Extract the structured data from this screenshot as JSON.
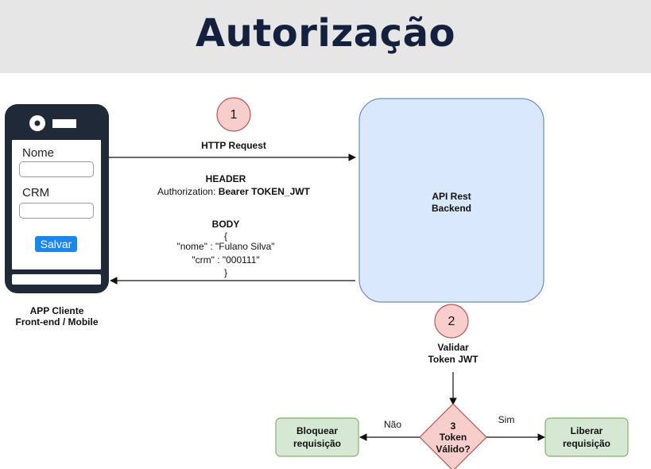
{
  "title": "Autorização",
  "client": {
    "name_label": "Nome",
    "crm_label": "CRM",
    "save_button": "Salvar",
    "caption_line1": "APP Cliente",
    "caption_line2": "Front-end / Mobile"
  },
  "request": {
    "step": "1",
    "label": "HTTP Request",
    "header_title": "HEADER",
    "header_key": "Authorization:",
    "header_value": "Bearer TOKEN_JWT",
    "body_title": "BODY",
    "body_open": "{",
    "body_line1": "\"nome\" : \"Fulano Silva\"",
    "body_line2": "\"crm\" : \"000111\"",
    "body_close": "}"
  },
  "backend": {
    "line1": "API Rest",
    "line2": "Backend"
  },
  "validation": {
    "step": "2",
    "line1": "Validar",
    "line2": "Token JWT"
  },
  "decision": {
    "line1": "3",
    "line2": "Token",
    "line3": "Válido?",
    "no_label": "Não",
    "yes_label": "Sim"
  },
  "outcomes": {
    "block_line1": "Bloquear",
    "block_line2": "requisição",
    "allow_line1": "Liberar",
    "allow_line2": "requisição"
  },
  "colors": {
    "title_bg": "#e6e6e6",
    "title_text": "#13213f",
    "backend_fill": "#dae8fc",
    "backend_stroke": "#6c8ebf",
    "step_fill": "#f8cecc",
    "step_stroke": "#b85450",
    "outcome_fill": "#d5e8d4",
    "outcome_stroke": "#82b366",
    "phone_body": "#1f2937",
    "button_blue": "#1a87f0"
  }
}
